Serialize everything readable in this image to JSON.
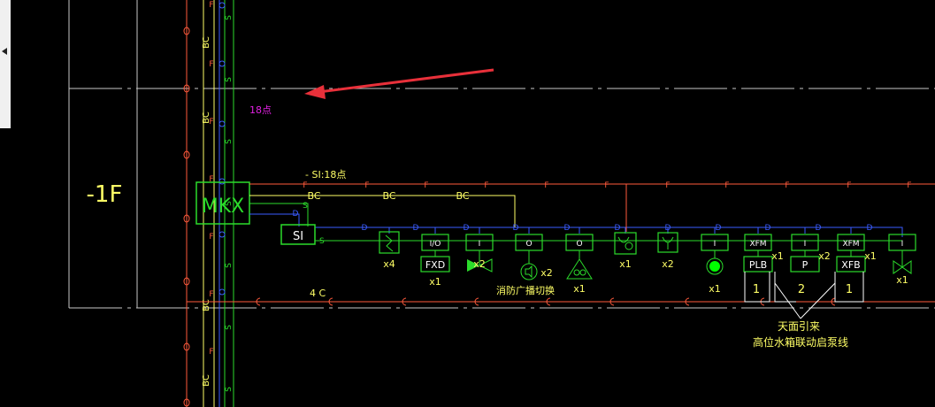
{
  "colors": {
    "background": "#000000",
    "red": "#ff5a3c",
    "yellow": "#ffff66",
    "green": "#2bdc2b",
    "bright_green": "#00ff00",
    "blue": "#3a5cff",
    "grid": "#c8c8c8",
    "arrow": "#e8303a",
    "magenta": "#e020e0",
    "white": "#ffffff"
  },
  "labels": {
    "floor": "-1F",
    "note_18": "18点",
    "mkx": "MKX",
    "si": "SI",
    "si_points": "- SI:18点",
    "line_4c": "4 C",
    "wire_f": "F",
    "wire_bc": "BC",
    "wire_s": "S",
    "wire_d": "D",
    "wire_c": "C",
    "broadcast_note": "消防广播切换",
    "roof_note_1": "天面引来",
    "roof_note_2": "高位水箱联动启泵线"
  },
  "devices": [
    {
      "name": "smoke-detector",
      "box": "",
      "sub": "",
      "count": "x4"
    },
    {
      "name": "io-module-fxd",
      "box": "I/O",
      "sub": "FXD",
      "count": "x1"
    },
    {
      "name": "input-module-valve",
      "box": "I",
      "sub": "",
      "count": "x2"
    },
    {
      "name": "output-module-speaker",
      "box": "O",
      "sub": "",
      "count": "x2"
    },
    {
      "name": "output-module-alarm",
      "box": "O",
      "sub": "",
      "count": "x1"
    },
    {
      "name": "manual-call-point",
      "box": "",
      "sub": "",
      "count": "x1"
    },
    {
      "name": "hydrant-button",
      "box": "",
      "sub": "",
      "count": "x2"
    },
    {
      "name": "input-module-pump",
      "box": "I",
      "sub": "",
      "count": "x1"
    },
    {
      "name": "xfm-plb",
      "box": "XFM",
      "sub": "PLB",
      "count": "x1"
    },
    {
      "name": "input-module-p",
      "box": "I",
      "sub": "P",
      "count": "x2"
    },
    {
      "name": "xfm-xfb",
      "box": "XFM",
      "sub": "XFB",
      "count": "x1"
    },
    {
      "name": "input-module-valve-end",
      "box": "I",
      "sub": "",
      "count": "x1"
    }
  ],
  "bottom_numbers": [
    "1",
    "2",
    "1"
  ]
}
